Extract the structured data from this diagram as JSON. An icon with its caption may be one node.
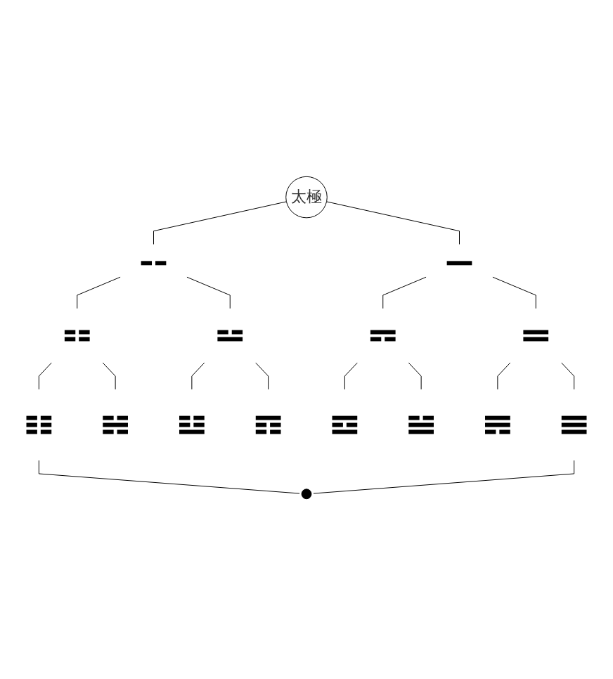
{
  "diagram": {
    "nodes": [
      {
        "text": [
          "太極"
        ]
      },
      {
        "text": [],
        "shape": "bar"
      },
      {
        "text": [],
        "shape": "bar"
      },
      {
        "text": [],
        "shape": "bar"
      },
      {
        "text": [],
        "shape": "bar"
      },
      {
        "text": [],
        "shape": "bar"
      },
      {
        "text": [],
        "shape": "bar"
      },
      {
        "text": [],
        "shape": "bar"
      },
      {
        "text": [],
        "shape": "bar"
      },
      {
        "text": [],
        "shape": "bar"
      },
      {
        "text": [],
        "shape": "bar"
      },
      {
        "text": [],
        "shape": "bar"
      },
      {
        "text": [],
        "shape": "bar"
      },
      {
        "text": [],
        "shape": "bar"
      },
      {
        "text": [],
        "shape": "bar"
      },
      {
        "text": [],
        "shape": "circle"
      }
    ],
    "edges": [
      {
        "from": 0,
        "to": 1,
        "arrow": "none"
      },
      {
        "from": 0,
        "to": 2,
        "arrow": "none"
      },
      {
        "from": 1,
        "to": 3,
        "arrow": "none"
      },
      {
        "from": 1,
        "to": 4,
        "arrow": "none"
      },
      {
        "from": 2,
        "to": 5,
        "arrow": "none"
      },
      {
        "from": 2,
        "to": 6,
        "arrow": "none"
      },
      {
        "from": 3,
        "to": 7,
        "arrow": "none"
      },
      {
        "from": 3,
        "to": 8,
        "arrow": "none"
      },
      {
        "from": 4,
        "to": 9,
        "arrow": "none"
      },
      {
        "from": 4,
        "to": 10,
        "arrow": "none"
      },
      {
        "from": 5,
        "to": 11,
        "arrow": "none"
      },
      {
        "from": 5,
        "to": 12,
        "arrow": "none"
      },
      {
        "from": 6,
        "to": 13,
        "arrow": "none"
      },
      {
        "from": 6,
        "to": 14,
        "arrow": "none"
      },
      {
        "from": 7,
        "to": 15,
        "arrow": "none"
      },
      {
        "from": 14,
        "to": 15,
        "arrow": "none"
      }
    ]
  }
}
